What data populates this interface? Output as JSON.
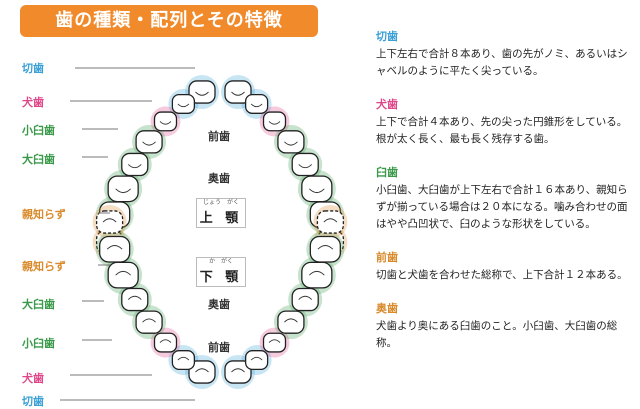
{
  "title": "歯の種類・配列とその特徴",
  "colors": {
    "incisor": "#3aa0d6",
    "canine": "#e0468a",
    "molar_small": "#3a9a4a",
    "molar_large": "#3a9a4a",
    "wisdom": "#d98a2a",
    "title_bg": "#f08a2a"
  },
  "diagram": {
    "upper_labels": [
      "切歯",
      "犬歯",
      "小臼歯",
      "大臼歯",
      "親知らず"
    ],
    "lower_labels": [
      "親知らず",
      "大臼歯",
      "小臼歯",
      "犬歯",
      "切歯"
    ],
    "upper_mid": [
      "前歯",
      "奥歯"
    ],
    "lower_mid": [
      "奥歯",
      "前歯"
    ],
    "upper_jaw": {
      "ruby": "じょう　がく",
      "name": "上 顎"
    },
    "lower_jaw": {
      "ruby": "か　がく",
      "name": "下 顎"
    }
  },
  "descriptions": [
    {
      "heading": "切歯",
      "color": "#3aa0d6",
      "text": "上下左右で合計８本あり、歯の先がノミ、あるいはシャベルのように平たく尖っている。"
    },
    {
      "heading": "犬歯",
      "color": "#e0468a",
      "text": "上下で合計４本あり、先の尖った円錐形をしている。根が太く長く、最も長く残存する歯。"
    },
    {
      "heading": "臼歯",
      "color": "#3a9a4a",
      "text": "小臼歯、大臼歯が上下左右で合計１６本あり、親知らずが揃っている場合は２０本になる。噛み合わせの面はやや凸凹状で、臼のような形状をしている。"
    },
    {
      "heading": "前歯",
      "color": "#d98a2a",
      "text": "切歯と犬歯を合わせた総称で、上下合計１２本ある。"
    },
    {
      "heading": "奥歯",
      "color": "#d98a2a",
      "text": "犬歯より奥にある臼歯のこと。小臼歯、大臼歯の総称。"
    }
  ]
}
